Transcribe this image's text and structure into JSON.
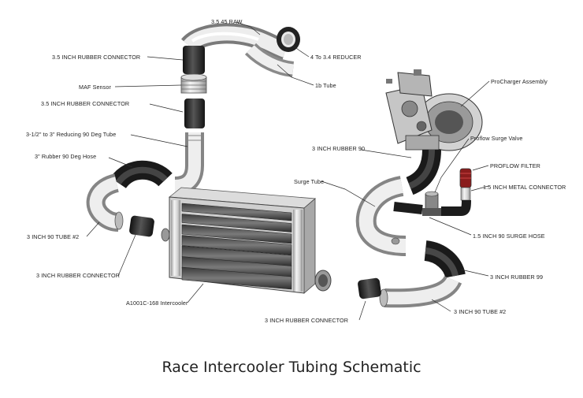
{
  "caption": "Race Intercooler Tubing Schematic",
  "labels": {
    "bend_3545_raw": "3.5 45 RAW",
    "rubber_connector_35_top": "3.5 INCH RUBBER CONNECTOR",
    "reducer_4to34": "4 To 3.4 REDUCER",
    "tube_1b": "1b Tube",
    "maf_sensor": "MAF Sensor",
    "rubber_connector_35_mid": "3.5 INCH RUBBER CONNECTOR",
    "reducing_90_tube": "3-1/2\" to 3\" Reducing 90 Deg Tube",
    "rubber_90_hose": "3\" Rubber 90 Deg Hose",
    "tube_90_3in_left": "3 INCH 90 TUBE #2",
    "rubber_connector_3in_left": "3 INCH RUBBER CONNECTOR",
    "intercooler": "A1001C-168 Intercooler",
    "procharger_assembly": "ProCharger Assembly",
    "rubber_90_3in_right": "3 INCH RUBBER 90",
    "proflow_surge_valve": "Proflow Surge Valve",
    "proflow_filter": "PROFLOW FILTER",
    "surge_tube": "Surge Tube",
    "metal_connector_15": "1.5 INCH METAL CONNECTOR",
    "surge_hose_15_90": "1.5 INCH 90 SURGE HOSE",
    "rubber_99_3in": "3 INCH RUBBER 99",
    "rubber_connector_3in_bottom": "3 INCH RUBBER CONNECTOR",
    "tube_90_3in_right": "3 INCH 90 TUBE #2"
  }
}
